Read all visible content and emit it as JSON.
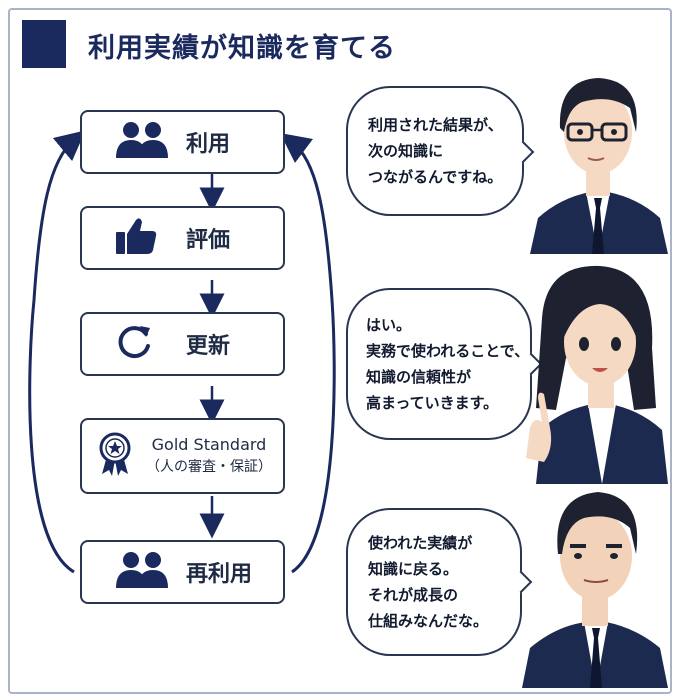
{
  "title": "利用実績が知識を育てる",
  "flow": {
    "steps": [
      {
        "label": "利用",
        "icon": "people-icon"
      },
      {
        "label": "評価",
        "icon": "thumbs-up-icon"
      },
      {
        "label": "更新",
        "icon": "refresh-icon"
      },
      {
        "label": "Gold Standard",
        "sublabel": "（人の審査・保証）",
        "icon": "award-ribbon-icon"
      },
      {
        "label": "再利用",
        "icon": "people-icon"
      }
    ]
  },
  "dialogue": [
    {
      "speaker": "man-with-glasses",
      "lines": [
        "利用された結果が、",
        "次の知識に",
        "つながるんですね。"
      ]
    },
    {
      "speaker": "woman",
      "lines": [
        "はい。",
        "実務で使われることで、",
        "知識の信頼性が",
        "高まっていきます。"
      ]
    },
    {
      "speaker": "older-man",
      "lines": [
        "使われた実績が",
        "知識に戻る。",
        "それが成長の",
        "仕組みなんだな。"
      ]
    }
  ],
  "colors": {
    "navy": "#1b2a5e",
    "border": "#2a3650",
    "skin": "#f6d9c2",
    "hair": "#1e2230"
  }
}
